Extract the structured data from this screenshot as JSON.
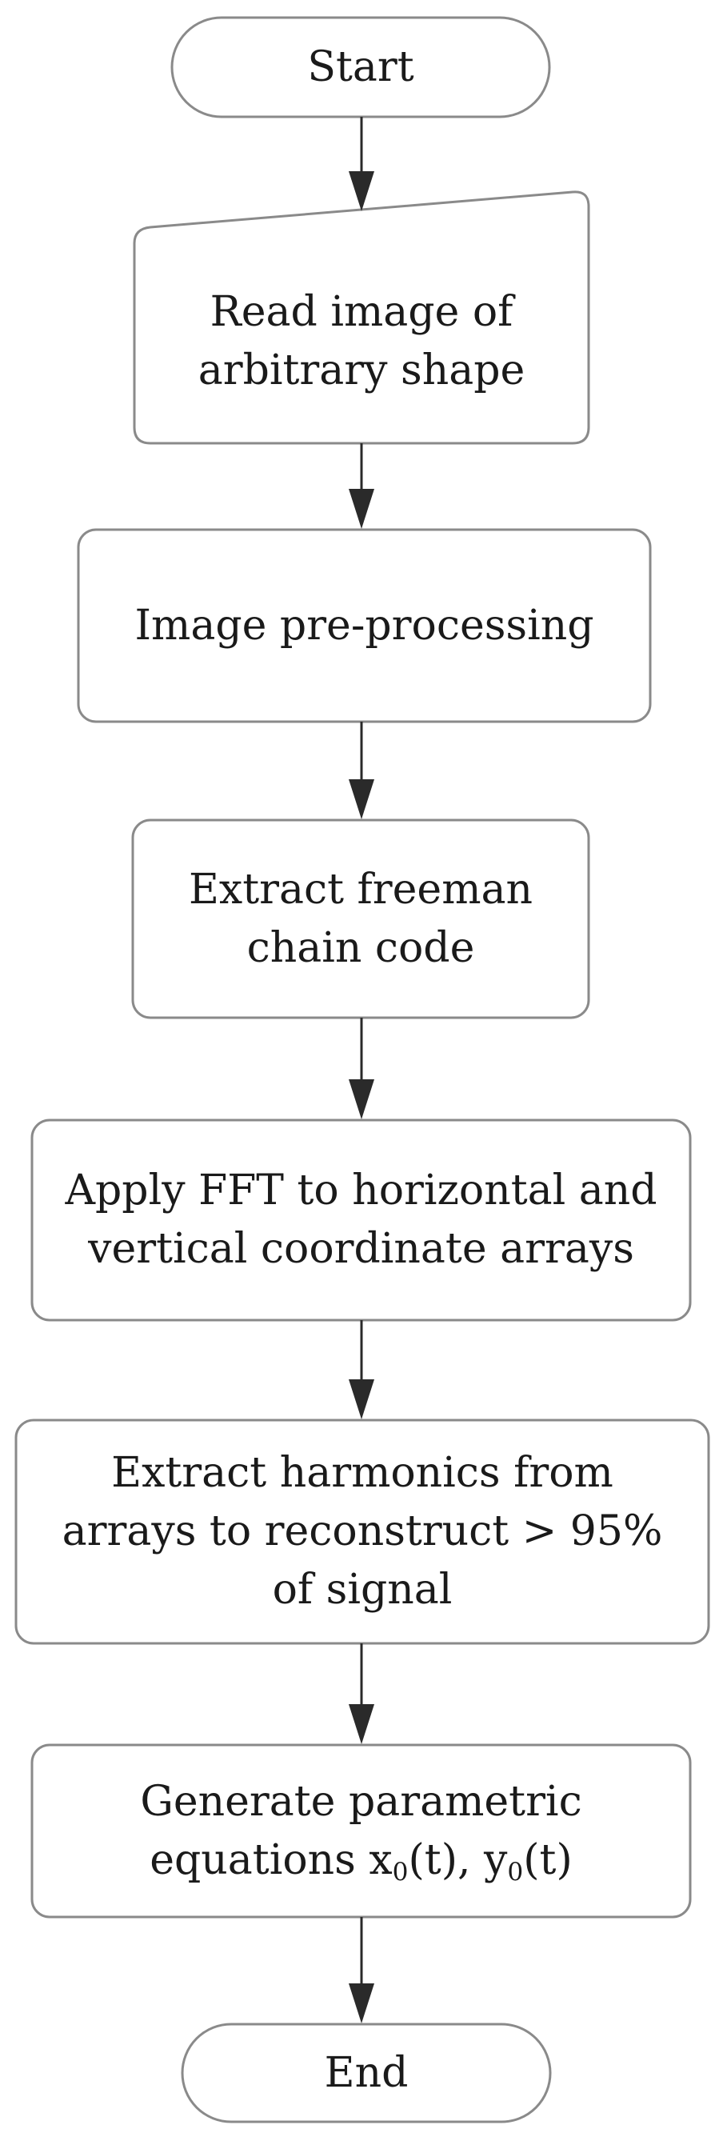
{
  "flowchart": {
    "start": "Start",
    "read_image": "Read image of arbitrary shape",
    "preprocessing": "Image pre-processing",
    "freeman": "Extract freeman chain code",
    "fft": "Apply FFT to horizontal and vertical coordinate arrays",
    "harmonics": "Extract harmonics from arrays to reconstruct > 95% of signal",
    "equations": {
      "prefix": "Generate parametric equations x",
      "sub_x": "0",
      "middle": "(t), y",
      "sub_y": "0",
      "suffix": "(t)"
    },
    "end": "End"
  },
  "colors": {
    "stroke": "#8a8a8a",
    "arrow": "#2a2a2a",
    "text": "#1a1a1a",
    "fill": "#ffffff"
  }
}
